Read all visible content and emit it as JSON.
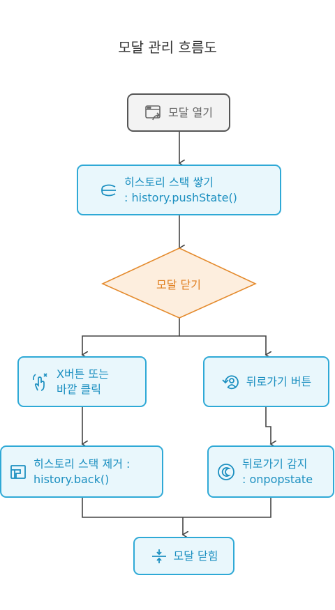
{
  "title": "모달 관리 흐름도",
  "nodes": {
    "open": "모달 열기",
    "push": "히스토리 스택 쌓기\n: history.pushState()",
    "decision": "모달 닫기",
    "xclick": "X버튼 또는\n바깥 클릭",
    "backbtn": "뒤로가기 버튼",
    "historyback": "히스토리 스택 제거 :\nhistory.back()",
    "popstate": "뒤로가기 감지\n: onpopstate",
    "closed": "모달 닫힘"
  }
}
